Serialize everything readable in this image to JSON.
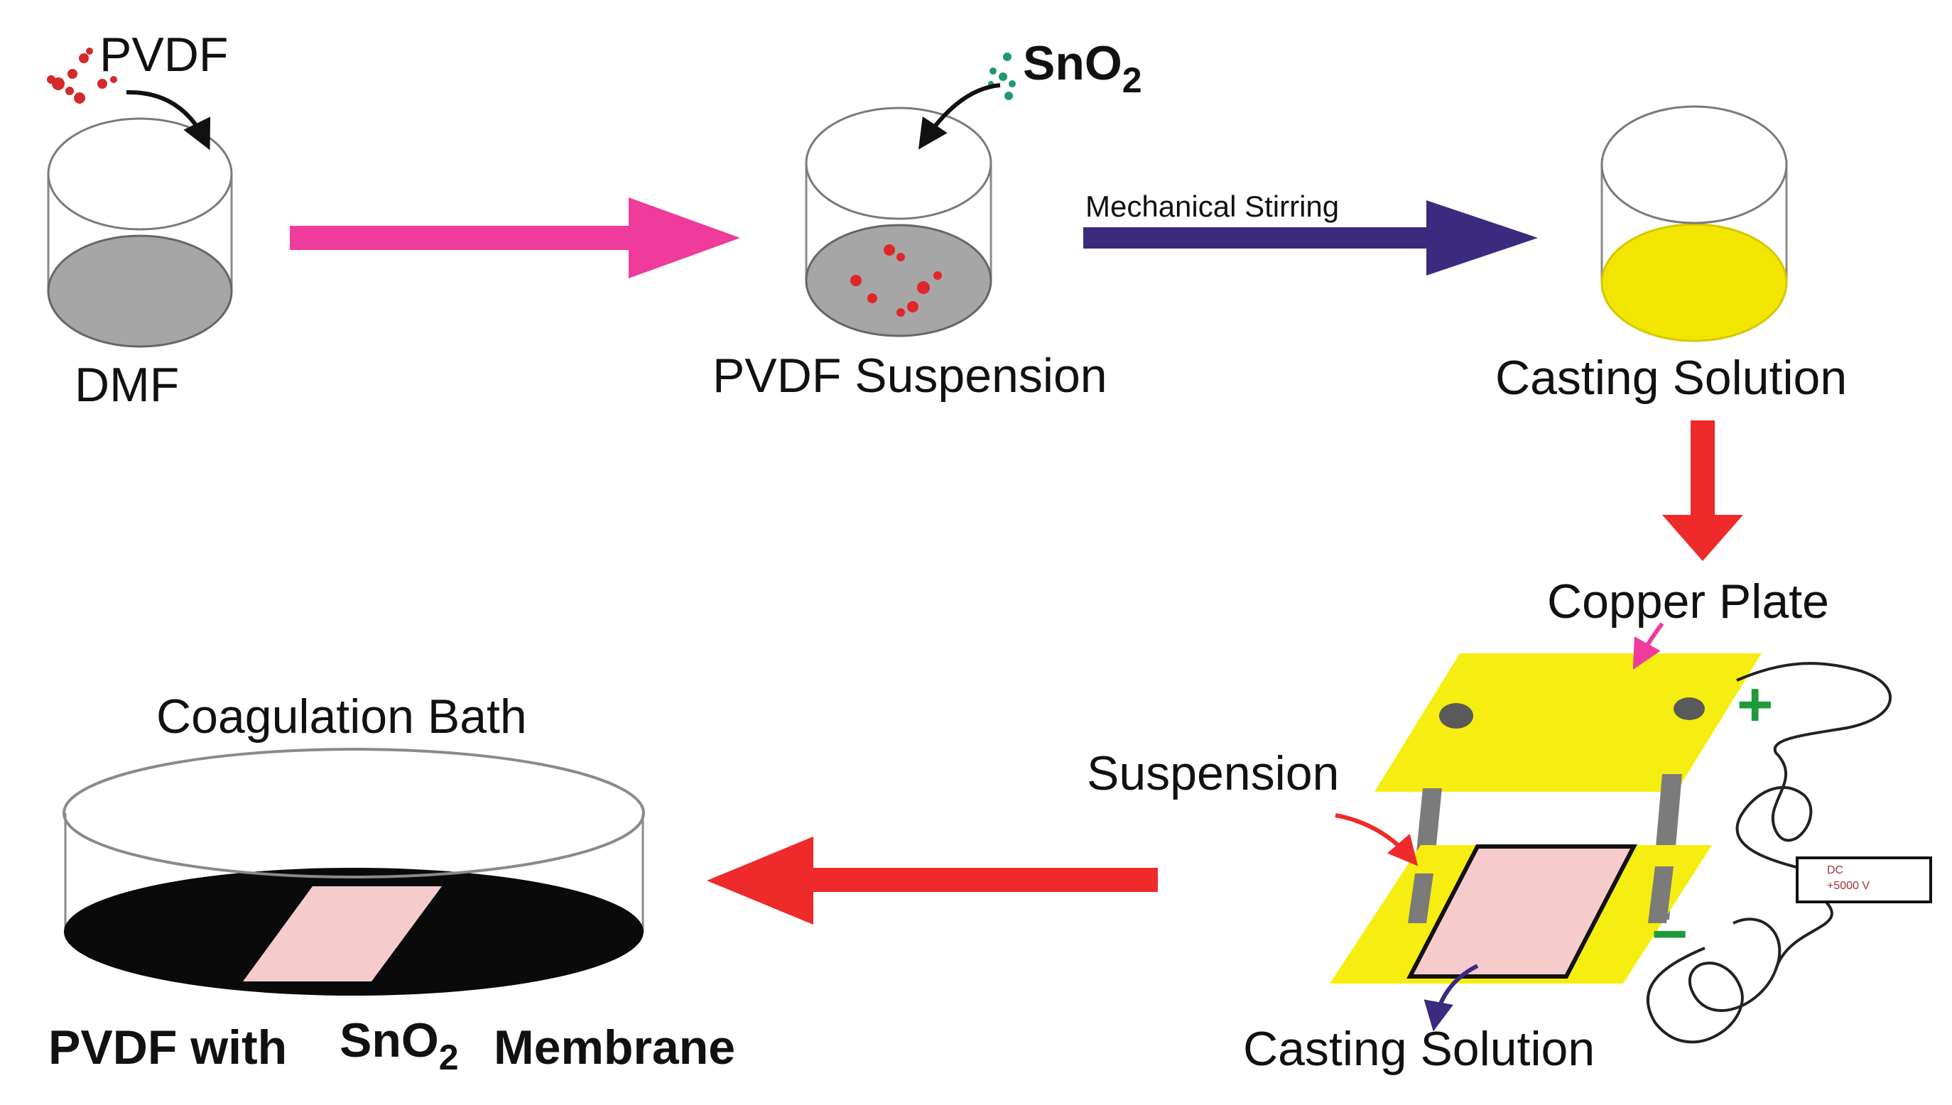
{
  "labels": {
    "pvdf": "PVDF",
    "dmf": "DMF",
    "sno2_base": "SnO",
    "sno2_sub": "2",
    "pvdf_suspension": "PVDF Suspension",
    "mechanical_stirring": "Mechanical Stirring",
    "casting_solution_top": "Casting Solution",
    "copper_plate": "Copper Plate",
    "suspension": "Suspension",
    "casting_solution_bottom": "Casting Solution",
    "coagulation_bath": "Coagulation Bath",
    "membrane_prefix": "PVDF with",
    "membrane_sno": "SnO",
    "membrane_sub": "2",
    "membrane_suffix": "Membrane",
    "plus_sign": "+",
    "minus_sign": "−",
    "power_line1": "DC",
    "power_line2": "+5000 V"
  },
  "colors": {
    "pvdf_particle": "#d42a2a",
    "sno2_particle": "#1f9a6a",
    "dmf_liquid": "#a6a6a6",
    "casting_liquid": "#f2e600",
    "magenta_arrow": "#ee3b9c",
    "navy_arrow": "#3b2a7e",
    "red_arrow": "#ee2a2a",
    "copper_plate": "#f5ee10",
    "membrane": "#f6cbcb",
    "bath_liquid": "#0a0a0a",
    "rod": "#7b7b7b",
    "plus_green": "#1f9a3a"
  }
}
